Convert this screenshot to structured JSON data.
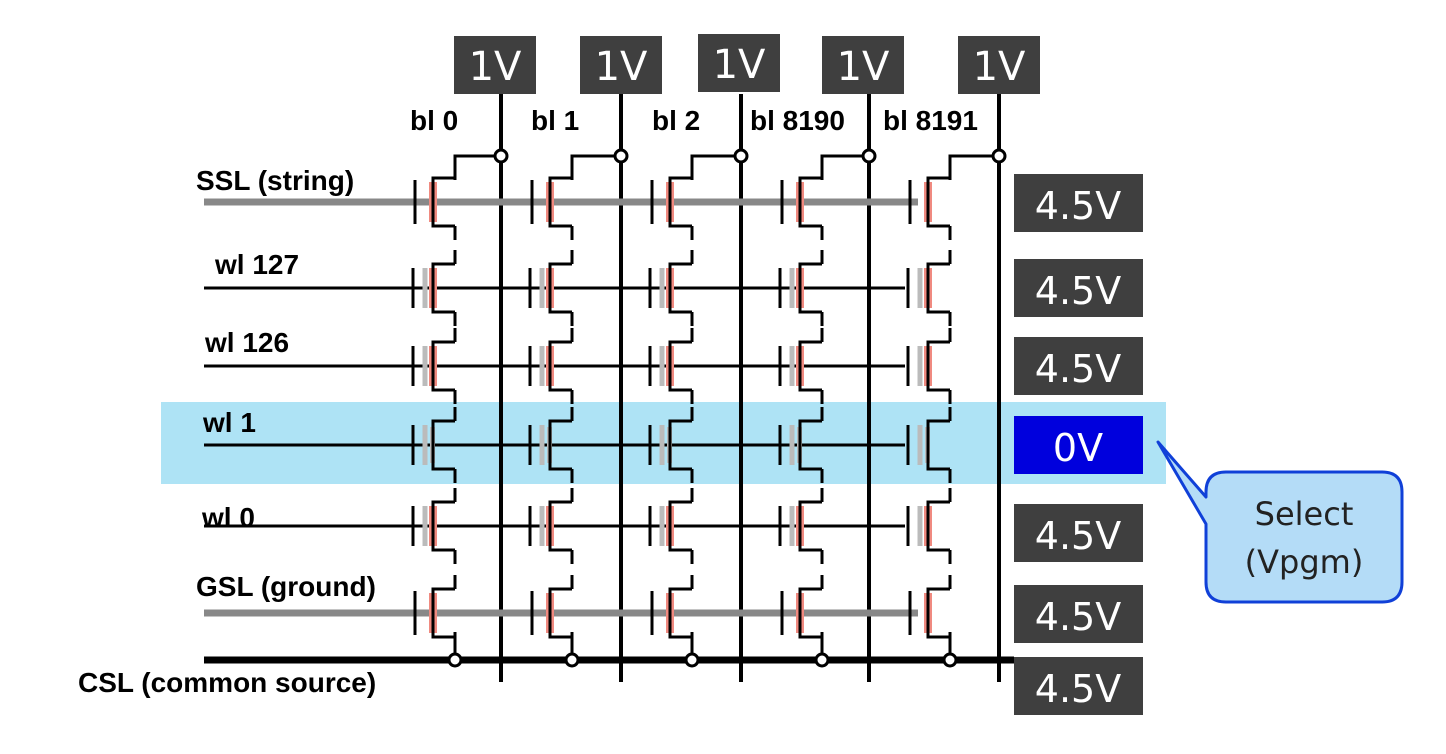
{
  "bitlines": [
    {
      "label": "bl 0",
      "voltage": "1V"
    },
    {
      "label": "bl 1",
      "voltage": "1V"
    },
    {
      "label": "bl 2",
      "voltage": "1V"
    },
    {
      "label": "bl 8190",
      "voltage": "1V"
    },
    {
      "label": "bl 8191",
      "voltage": "1V"
    }
  ],
  "rows": [
    {
      "label": "SSL (string)",
      "voltage": "4.5V"
    },
    {
      "label": "wl 127",
      "voltage": "4.5V"
    },
    {
      "label": "wl 126",
      "voltage": "4.5V"
    },
    {
      "label": "wl 1",
      "voltage": "0V"
    },
    {
      "label": "wl 0",
      "voltage": "4.5V"
    },
    {
      "label": "GSL (ground)",
      "voltage": "4.5V"
    }
  ],
  "csl": {
    "label": "CSL (common source)",
    "voltage": "4.5V"
  },
  "callout": {
    "line1": "Select",
    "line2": "(Vpgm)"
  },
  "colors": {
    "box_dark": "#3f3f3f",
    "box_selected": "#0000dd",
    "highlight": "#aee3f5",
    "channel": "#f08a80",
    "select_line": "#888888",
    "callout_fill": "#b4dcf7",
    "callout_stroke": "#1040d8"
  }
}
